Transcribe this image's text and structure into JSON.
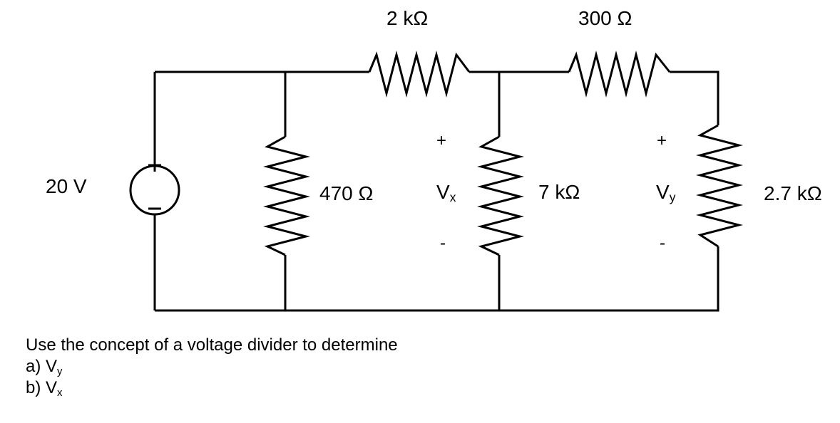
{
  "source": {
    "value": "20 V"
  },
  "resistors": {
    "r470": "470 Ω",
    "r2k": "2 kΩ",
    "r7k": "7 kΩ",
    "r300": "300 Ω",
    "r2k7": "2.7 kΩ"
  },
  "measurements": {
    "vx": {
      "base": "V",
      "sub": "x",
      "plus": "+",
      "minus": "-"
    },
    "vy": {
      "base": "V",
      "sub": "y",
      "plus": "+",
      "minus": "-"
    }
  },
  "question": {
    "prompt": "Use the concept of a voltage divider to determine",
    "a_prefix": "a) V",
    "a_sub": "y",
    "b_prefix": "b) V",
    "b_sub": "x"
  }
}
